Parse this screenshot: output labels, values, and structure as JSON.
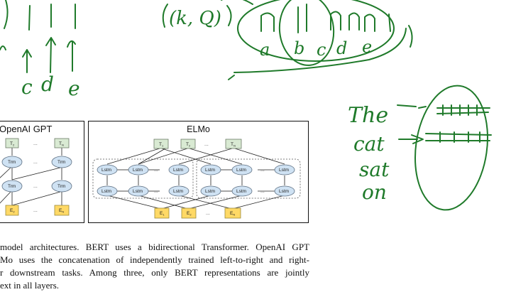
{
  "figure": {
    "gpt_title": "OpenAI GPT",
    "elmo_title": "ELMo",
    "gpt_nodes": [
      "T",
      "T",
      "Trm",
      "Trm",
      "Trm",
      "Trm",
      "E",
      "E"
    ],
    "gpt_subs": [
      "2",
      "N",
      "",
      "",
      "",
      "",
      "2",
      "N"
    ],
    "elmo_top": [
      "T",
      "T",
      "T"
    ],
    "elmo_top_subs": [
      "1",
      "2",
      "N"
    ],
    "elmo_cell": "Lstm",
    "elmo_bottom": [
      "E",
      "E",
      "E"
    ],
    "elmo_bottom_subs": [
      "1",
      "2",
      "N"
    ],
    "ellipsis": "..."
  },
  "caption": {
    "lines": [
      "model architectures. BERT uses a bidirectional Transformer. OpenAI GPT",
      "Mo uses the concatenation of independently trained left-to-right and right-",
      "r downstream tasks.  Among three, only BERT representations are jointly",
      "ext in all layers."
    ]
  },
  "annotations": {
    "letters_left": [
      "c",
      "d",
      "e"
    ],
    "tuple": "(k, Q)",
    "letters_right": [
      "a",
      "b",
      "c",
      "d",
      "e"
    ],
    "words": [
      "The",
      "cat",
      "sat",
      "on"
    ],
    "ink_color": "#1f7a2a"
  }
}
